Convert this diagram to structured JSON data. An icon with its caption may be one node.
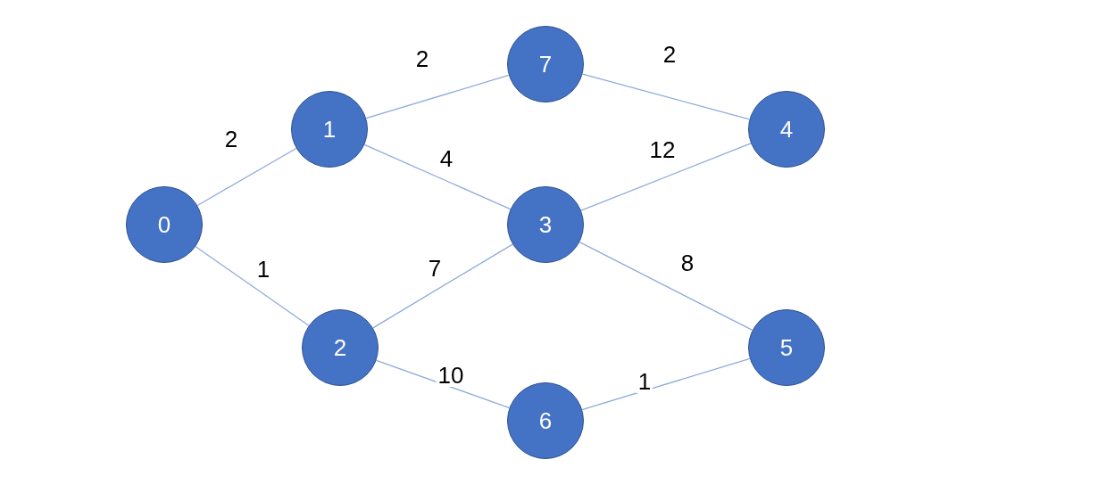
{
  "diagram": {
    "nodes": [
      {
        "text": [
          "0"
        ]
      },
      {
        "text": [
          "1"
        ]
      },
      {
        "text": [
          "2"
        ]
      },
      {
        "text": [
          "7"
        ]
      },
      {
        "text": [
          "3"
        ]
      },
      {
        "text": [
          "6"
        ]
      },
      {
        "text": [
          "4"
        ]
      },
      {
        "text": [
          "5"
        ]
      }
    ],
    "edges": [
      {
        "from": 0,
        "to": 1,
        "arrow": "none",
        "label": "2"
      },
      {
        "from": 0,
        "to": 2,
        "arrow": "none",
        "label": "1"
      },
      {
        "from": 1,
        "to": 3,
        "arrow": "none",
        "label": "2"
      },
      {
        "from": 1,
        "to": 4,
        "arrow": "none",
        "label": "4"
      },
      {
        "from": 2,
        "to": 4,
        "arrow": "none",
        "label": "7"
      },
      {
        "from": 2,
        "to": 5,
        "arrow": "none",
        "label": "10"
      },
      {
        "from": 3,
        "to": 6,
        "arrow": "none",
        "label": "2"
      },
      {
        "from": 4,
        "to": 6,
        "arrow": "none",
        "label": "12"
      },
      {
        "from": 4,
        "to": 7,
        "arrow": "none",
        "label": "8"
      },
      {
        "from": 5,
        "to": 7,
        "arrow": "none",
        "label": "1"
      }
    ]
  }
}
